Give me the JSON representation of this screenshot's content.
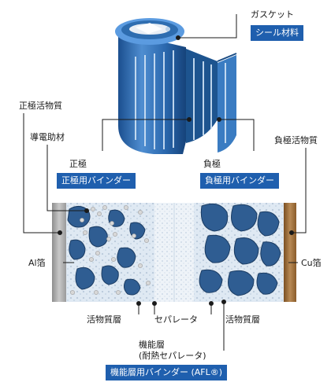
{
  "colors": {
    "accent_box": "#1f5fae",
    "battery_blue": "#2d6db5",
    "aluminium_foil": "#a9a9a9",
    "copper_foil": "#9a6a36",
    "active_material": "#2f5d92",
    "separator": "#e6eef6"
  },
  "labels": {
    "gasket": "ガスケット",
    "seal_material": "シール材料",
    "positive_active_material": "正極活物質",
    "conductive_aid": "導電助材",
    "positive_electrode": "正極",
    "positive_binder": "正極用バインダー",
    "negative_active_material": "負極活物質",
    "negative_electrode": "負極",
    "negative_binder": "負極用バインダー",
    "al_foil": "Al箔",
    "cu_foil": "Cu箔",
    "active_layer_left": "活物質層",
    "separator": "セパレータ",
    "active_layer_right": "活物質層",
    "functional_layer_line1": "機能層",
    "functional_layer_line2": "(耐熱セパレータ)",
    "functional_binder": "機能層用バインダー (AFL®)"
  }
}
